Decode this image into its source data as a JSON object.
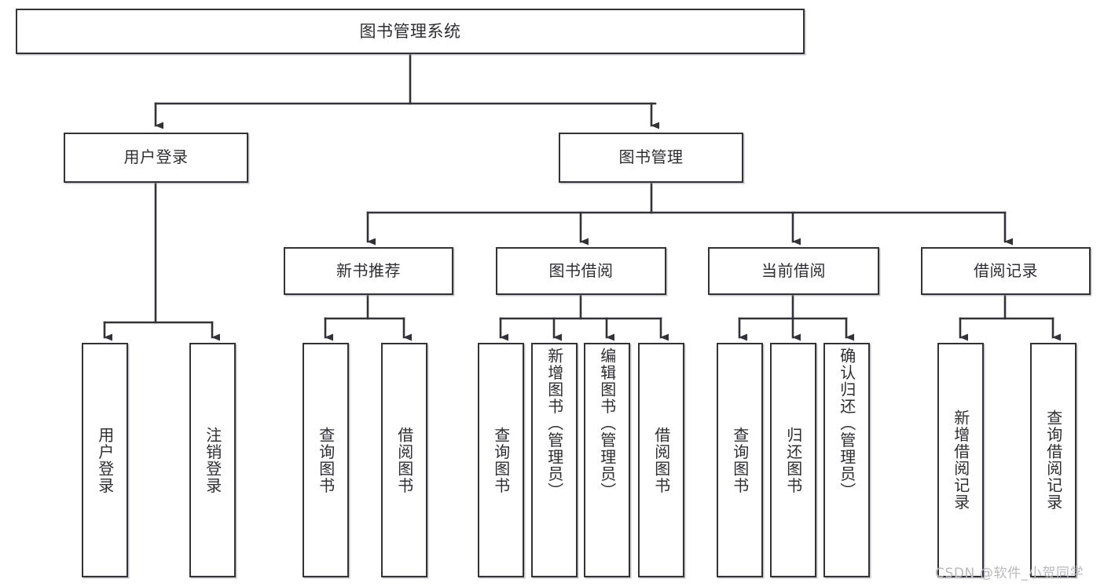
{
  "diagram": {
    "kind": "tree-hierarchy-chart",
    "title": "图书管理系统",
    "colors": {
      "box_border": "#32323a",
      "box_fill": "#ffffff",
      "connector": "#32323a",
      "text": "#2d2d33",
      "watermark": "#b9b9bd",
      "background": "#ffffff"
    },
    "root": {
      "label": "图书管理系统"
    },
    "level2": [
      {
        "label": "用户登录"
      },
      {
        "label": "图书管理"
      }
    ],
    "level3": [
      {
        "label": "新书推荐"
      },
      {
        "label": "图书借阅"
      },
      {
        "label": "当前借阅"
      },
      {
        "label": "借阅记录"
      }
    ],
    "leaves": {
      "user_login": [
        {
          "label": "用户登录"
        },
        {
          "label": "注销登录"
        }
      ],
      "new_book_recommend": [
        {
          "label": "查询图书"
        },
        {
          "label": "借阅图书"
        }
      ],
      "book_borrow": [
        {
          "label": "查询图书"
        },
        {
          "label": "新增图书（管理员）"
        },
        {
          "label": "编辑图书（管理员）"
        },
        {
          "label": "借阅图书"
        }
      ],
      "current_borrow": [
        {
          "label": "查询图书"
        },
        {
          "label": "归还图书"
        },
        {
          "label": "确认归还（管理员）"
        }
      ],
      "borrow_record": [
        {
          "label": "新增借阅记录"
        },
        {
          "label": "查询借阅记录"
        }
      ]
    },
    "watermark": "CSDN @软件_小贺同学"
  }
}
